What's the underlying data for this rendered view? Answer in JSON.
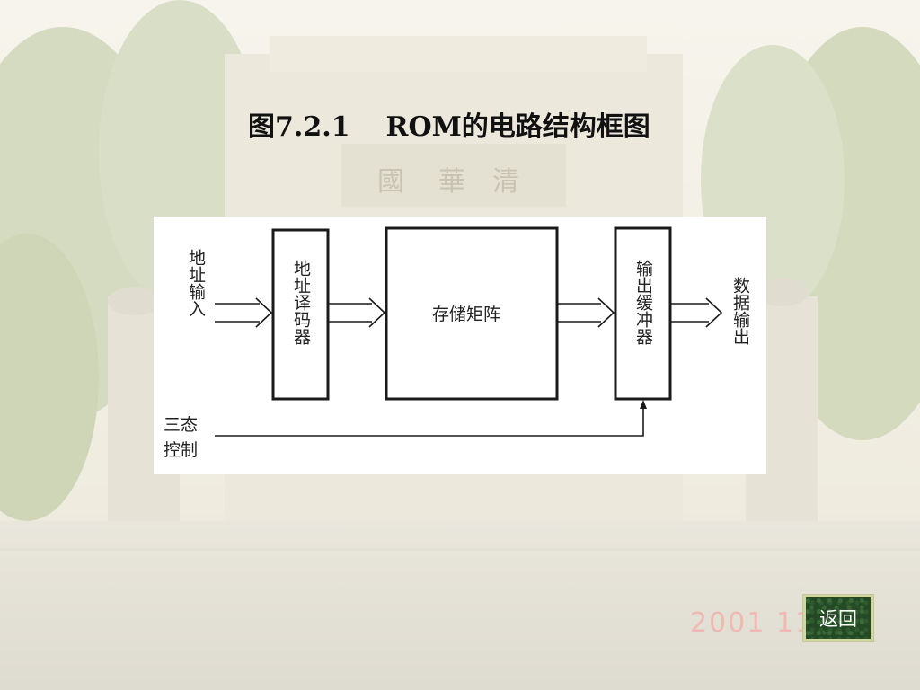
{
  "slide": {
    "title_number": "图7.2.1",
    "title_text": "ROM的电路结构框图"
  },
  "diagram": {
    "address_input_label": "地址输入",
    "decoder_label": "地址译码器",
    "storage_matrix_label": "存储矩阵",
    "output_buffer_label": "输出缓冲器",
    "data_output_label": "数据输出",
    "tristate_control_line1": "三态",
    "tristate_control_line2": "控制"
  },
  "footer": {
    "date_stamp": "2001  11",
    "back_button_label": "返回"
  }
}
